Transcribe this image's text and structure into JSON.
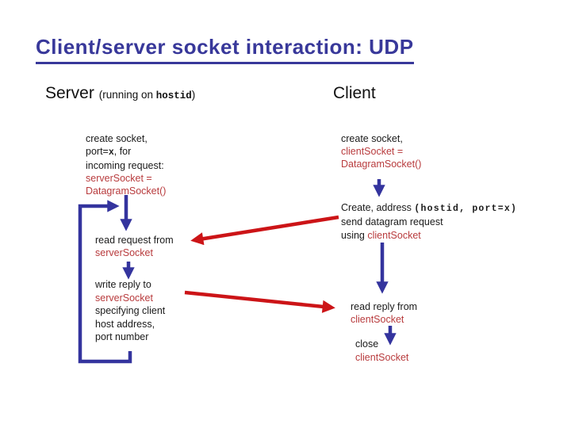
{
  "title": "Client/server socket interaction: UDP",
  "colors": {
    "title_blue": "#38389a",
    "arrow_blue": "#34349e",
    "arrow_red": "#cc1417",
    "code_red": "#b83b3d",
    "text_black": "#1a1a1a"
  },
  "server": {
    "heading": "Server",
    "heading_note_pre": "(running on ",
    "heading_note_code": "hostid",
    "heading_note_post": ")",
    "block_create": {
      "line1": "create socket,",
      "line2_pre": "port=",
      "line2_code": "x",
      "line2_post": ", for",
      "line3": "incoming request:",
      "code_line1": "serverSocket =",
      "code_line2": "DatagramSocket()"
    },
    "block_read": {
      "line1": "read request from",
      "code_line1": "serverSocket"
    },
    "block_write": {
      "line1": "write reply to",
      "code_line1": "serverSocket",
      "line2": "specifying client",
      "line3": "host address,",
      "line4": "port number"
    }
  },
  "client": {
    "heading": "Client",
    "block_create": {
      "line1": "create socket,",
      "code_line1": "clientSocket =",
      "code_line2": "DatagramSocket()"
    },
    "block_address": {
      "line1_pre": "Create, address ",
      "line1_code": "(hostid, port=x)",
      "line2": "send datagram request",
      "line3_pre": "using ",
      "line3_code": "clientSocket"
    },
    "block_read": {
      "line1": "read reply from",
      "code_line1": "clientSocket"
    },
    "block_close": {
      "line1": "close",
      "code_line1": "clientSocket"
    }
  }
}
